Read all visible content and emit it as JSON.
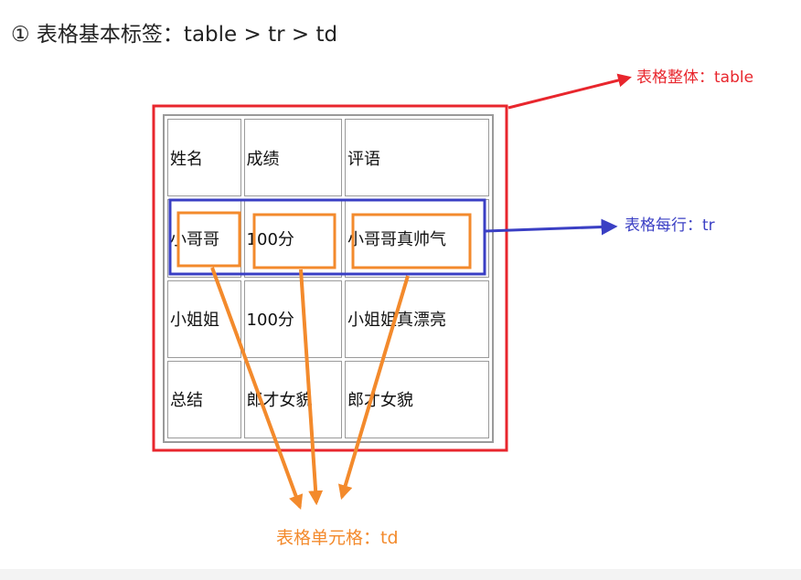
{
  "heading": "① 表格基本标签：table > tr > td",
  "table": {
    "rows": [
      [
        "姓名",
        "成绩",
        "评语"
      ],
      [
        "小哥哥",
        "100分",
        "小哥哥真帅气"
      ],
      [
        "小姐姐",
        "100分",
        "小姐姐真漂亮"
      ],
      [
        "总结",
        "郎才女貌",
        "郎才女貌"
      ]
    ]
  },
  "annotations": {
    "table_label": "表格整体：table",
    "tr_label": "表格每行：tr",
    "td_label": "表格单元格：td"
  },
  "colors": {
    "table_outline": "#e8262d",
    "tr_outline": "#3a3fc4",
    "td_outline": "#f38a2c"
  }
}
